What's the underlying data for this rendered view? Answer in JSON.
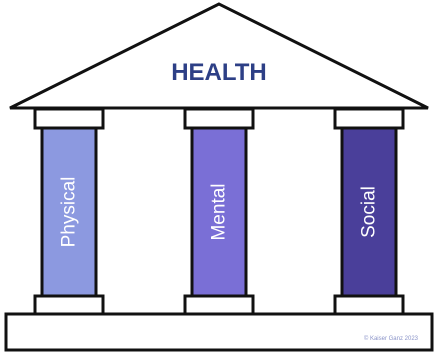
{
  "title": "HEALTH",
  "pillars": [
    {
      "label": "Physical",
      "color": "#8c99e0"
    },
    {
      "label": "Mental",
      "color": "#7a6fd6"
    },
    {
      "label": "Social",
      "color": "#4a3f9a"
    }
  ],
  "colors": {
    "title_text": "#2d3f86",
    "outline": "#111111",
    "fill": "#ffffff",
    "label_text": "#ffffff"
  },
  "watermark": "© Kaiser Ganz 2023"
}
